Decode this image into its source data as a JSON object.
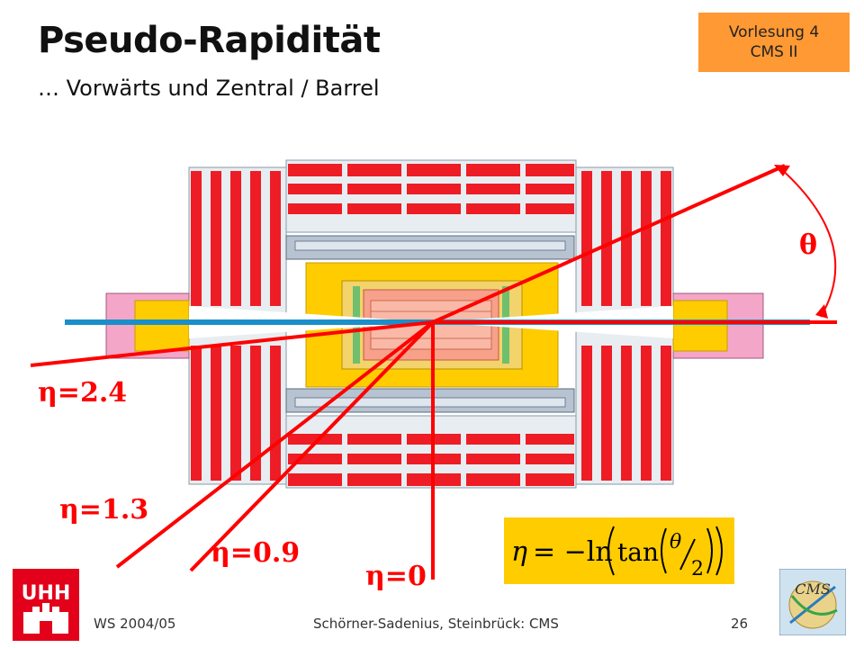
{
  "header": {
    "title": "Pseudo-Rapidität",
    "subtitle": "… Vorwärts und Zentral / Barrel"
  },
  "badge": {
    "line1": "Vorlesung 4",
    "line2": "CMS II"
  },
  "diagram": {
    "theta_symbol": "θ",
    "eta_labels": {
      "eta_2_4": "η=2.4",
      "eta_1_3": "η=1.3",
      "eta_0_9": "η=0.9",
      "eta_0": "η=0"
    },
    "formula": {
      "lhs": "η",
      "eq": "= −ln",
      "tan": "tan",
      "num": "θ",
      "den": "2"
    },
    "colors": {
      "red": "#ee1c25",
      "yellow": "#ffcc00",
      "pink": "#f4a6c8",
      "salmon": "#f7a08a",
      "blue": "#1a8fc9",
      "grey": "#b7c3d0"
    }
  },
  "footer": {
    "left": "WS 2004/05",
    "center": "Schörner-Sadenius, Steinbrück: CMS",
    "page": "26"
  },
  "logos": {
    "uhh": "UHH",
    "cms": "CMS"
  }
}
